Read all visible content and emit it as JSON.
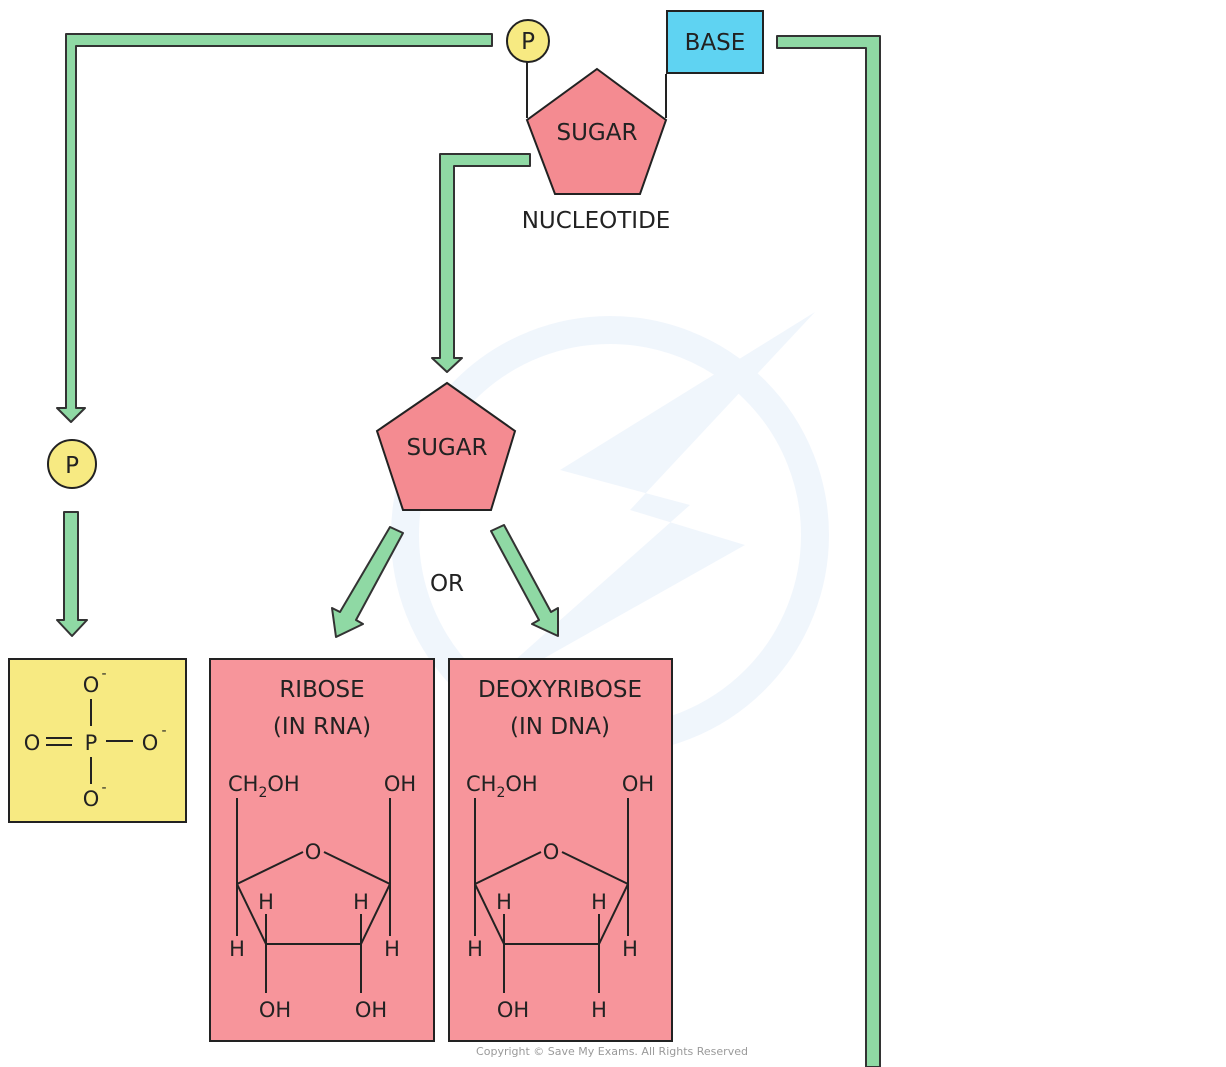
{
  "nucleotide": {
    "phosphate_label": "P",
    "base_label": "BASE",
    "sugar_label": "SUGAR",
    "caption": "NUCLEOTIDE"
  },
  "sugar_node": {
    "label": "SUGAR",
    "or_text": "OR"
  },
  "phosphate_node": {
    "label": "P"
  },
  "phosphate_structure": {
    "top_o": "O",
    "left_o": "O",
    "center_p": "P",
    "right_o": "O",
    "bottom_o": "O",
    "charge": "-"
  },
  "ribose": {
    "title": "RIBOSE",
    "subtitle": "(IN RNA)",
    "ch2oh_prefix": "CH",
    "ch2oh_sub": "2",
    "ch2oh_suffix": "OH",
    "top_right": "OH",
    "ring_o": "O",
    "inner_left": "H",
    "inner_right": "H",
    "outer_left": "H",
    "outer_right": "H",
    "bottom_left": "OH",
    "bottom_right": "OH"
  },
  "deoxyribose": {
    "title": "DEOXYRIBOSE",
    "subtitle": "(IN DNA)",
    "ch2oh_prefix": "CH",
    "ch2oh_sub": "2",
    "ch2oh_suffix": "OH",
    "top_right": "OH",
    "ring_o": "O",
    "inner_left": "H",
    "inner_right": "H",
    "outer_left": "H",
    "outer_right": "H",
    "bottom_left": "OH",
    "bottom_right": "H"
  },
  "copyright": "Copyright © Save My Exams. All Rights Reserved",
  "colors": {
    "arrow_fill": "#8fd9a4",
    "sugar_fill": "#f48b91",
    "phosphate_circle": "#f7ea82",
    "phosphate_box": "#f7ea82",
    "base_fill": "#5fd3f2",
    "card_fill": "#f7959b"
  }
}
